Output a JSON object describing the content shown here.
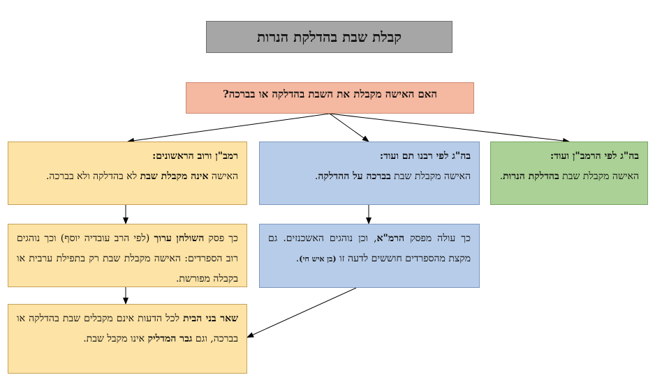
{
  "title": "קבלת שבת בהדלקת הנרות",
  "question": "האם האישה מקבלת את השבת בהדלקה או בברכה?",
  "boxes": {
    "left": {
      "header": "רמב\"ן ורוב הראשונים:",
      "t1": "האישה ",
      "b1": "אינה מקבלת שבת",
      "t2": " לא בהדלקה ולא בברכה."
    },
    "middle": {
      "header": "בה\"ג לפי רבנו תם ועוד:",
      "t1": "האישה מקבלת שבת ",
      "b1": "בברכה על ההדלקה",
      "t2": "."
    },
    "right": {
      "header": "בה\"ג לפי הרמב\"ן ועוד:",
      "t1": "האישה מקבלת שבת ",
      "b1": "בהדלקת הנרות",
      "t2": "."
    },
    "left2": {
      "t1": "כך פסק ",
      "b1": "השולחן ערוך",
      "t2": " (לפי הרב עובדיה יוסף) וכך נוהגים רוב הספרדים: האישה מקבלת שבת רק בתפילת ערבית או בקבלה מפורשת."
    },
    "middle2": {
      "t1": "כך עולה מפסק ",
      "b1": "הרמ\"א",
      "t2": ", וכן נוהגים האשכנזים. גם מקצת מהספרדים חוששים לדעה זו ",
      "small": "(בן איש חי)",
      "t3": "."
    },
    "bottom": {
      "b1": "שאר בני הבית",
      "t1": " לכל הדעות אינם מקבלים שבת בהדלקה או בברכה, וגם ",
      "b2": "גבר המדליק",
      "t2": " אינו מקבל שבת."
    }
  }
}
